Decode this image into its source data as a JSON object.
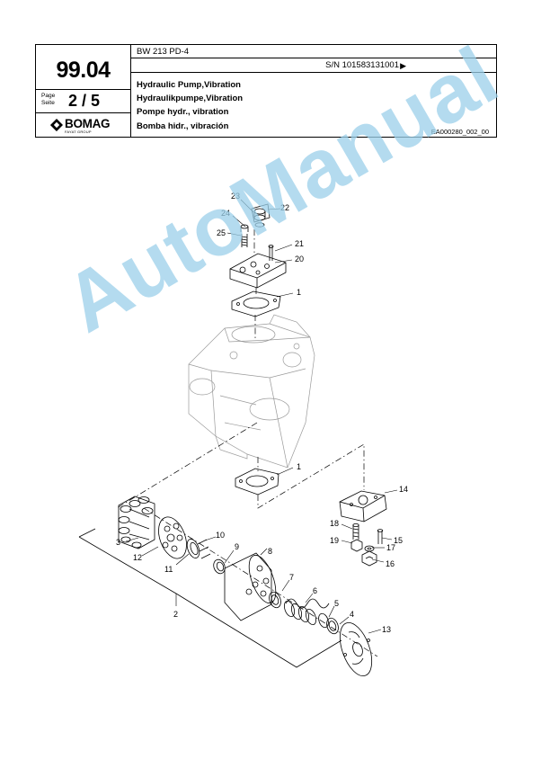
{
  "header": {
    "model": "BW 213 PD-4",
    "serial": "S/N 101583131001",
    "serial_arrow": "▶",
    "group_number": "99.04",
    "page_label_en": "Page",
    "page_label_de": "Seite",
    "page": "2 / 5",
    "titles": [
      "Hydraulic Pump,Vibration",
      "Hydraulikpumpe,Vibration",
      "Pompe hydr., vibration",
      "Bomba hidr., vibración"
    ],
    "doc_ref": "EA000280_002_00",
    "logo_text": "BOMAG",
    "logo_subtext": "FAYAT GROUP"
  },
  "callouts": [
    "1",
    "1",
    "2",
    "3",
    "4",
    "5",
    "6",
    "7",
    "8",
    "9",
    "10",
    "11",
    "12",
    "13",
    "14",
    "15",
    "16",
    "17",
    "18",
    "19",
    "20",
    "21",
    "22",
    "23",
    "24",
    "25"
  ],
  "watermark": "AutoManual",
  "colors": {
    "watermark": "#9bd0ea",
    "line": "#000000"
  }
}
